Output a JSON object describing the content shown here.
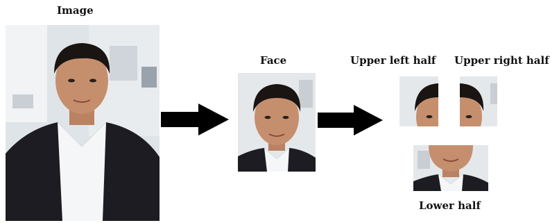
{
  "diagram": {
    "labels": {
      "image": "Image",
      "face": "Face",
      "upper_left": "Upper left half",
      "upper_right": "Upper right half",
      "lower": "Lower half"
    },
    "icons": {
      "arrow1": "right-arrow-icon",
      "arrow2": "right-arrow-icon"
    },
    "colors": {
      "arrow": "#000000",
      "suit": "#1c1c22",
      "shirt": "#f4f6f8",
      "skin": "#c58f6e",
      "hair": "#1a1412",
      "building": "#e4e8ea"
    }
  }
}
